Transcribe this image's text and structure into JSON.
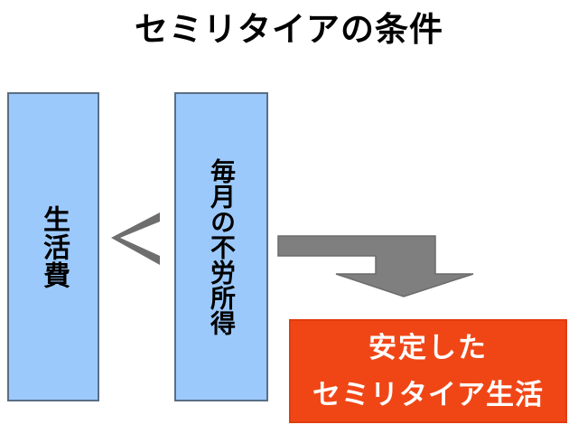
{
  "title": "セミリタイアの条件",
  "diagram": {
    "left_box": {
      "label": "生活費"
    },
    "middle_box": {
      "label": "毎月の不労所得"
    },
    "comparison_symbol": "<",
    "result_box": {
      "line1": "安定した",
      "line2": "セミリタイア生活"
    }
  },
  "colors": {
    "box_fill": "#9CC9FB",
    "box_border": "#5A6E85",
    "chevron_gray": "#6E6E6E",
    "arrow_fill": "#7F7F7F",
    "arrow_outline": "#6A6A6A",
    "result_fill": "#F04616",
    "result_border": "#E23C0E",
    "result_text": "#FFFFFF",
    "text_black": "#000000"
  }
}
